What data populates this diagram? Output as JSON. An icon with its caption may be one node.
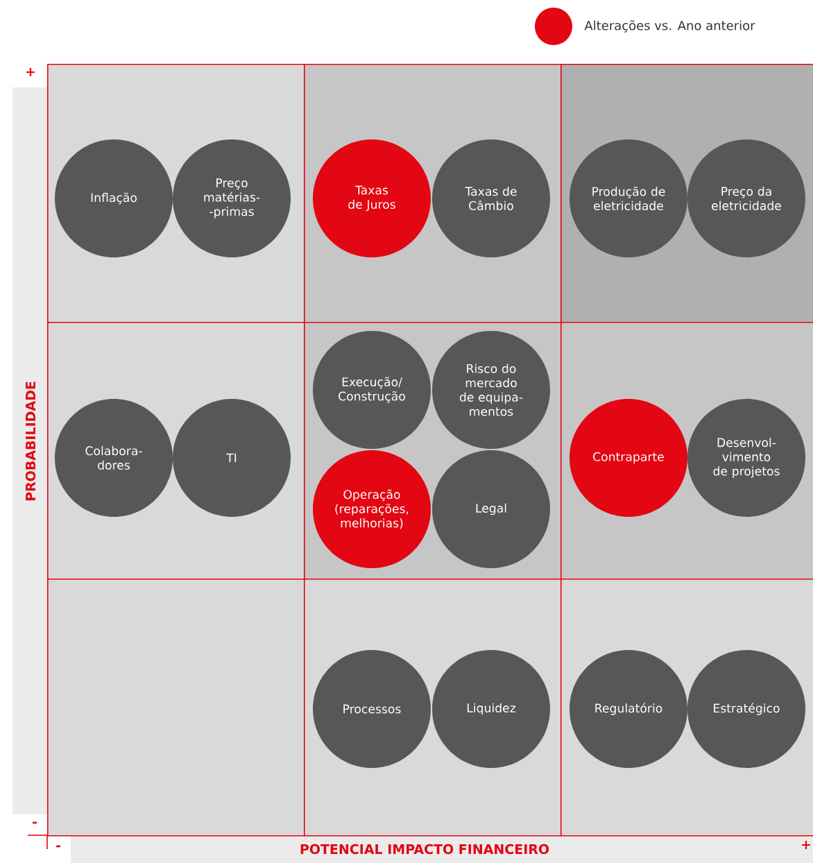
{
  "diagram": {
    "nodes": [
      {
        "text": [],
        "shape": "box"
      },
      {
        "text": [
          "Inflação"
        ],
        "in": 0
      },
      {
        "text": [
          "Preço matérias- -primas"
        ],
        "in": 0
      },
      {
        "text": [],
        "shape": "box"
      },
      {
        "text": [
          "Taxas de Juros"
        ],
        "in": 3
      },
      {
        "text": [
          "Taxas de Câmbio"
        ],
        "in": 3
      },
      {
        "text": [],
        "shape": "box"
      },
      {
        "text": [
          "Produção de eletricidade"
        ],
        "in": 6
      },
      {
        "text": [
          "Preço da eletricidade"
        ],
        "in": 6
      },
      {
        "text": [],
        "shape": "box"
      },
      {
        "text": [
          "Colabora- dores"
        ],
        "in": 9
      },
      {
        "text": [
          "TI"
        ],
        "in": 9
      },
      {
        "text": [],
        "shape": "box"
      },
      {
        "text": [
          "Execução/ Construção"
        ],
        "in": 12
      },
      {
        "text": [
          "Risco do mercado de equipa- mentos"
        ],
        "in": 12
      },
      {
        "text": [
          "Operação (reparações, melhorias)"
        ],
        "in": 12
      },
      {
        "text": [
          "Legal"
        ],
        "in": 12
      },
      {
        "text": [],
        "shape": "box"
      },
      {
        "text": [
          "Contraparte"
        ],
        "in": 17
      },
      {
        "text": [
          "Desenvol- vimento de projetos"
        ],
        "in": 17
      },
      {
        "text": [],
        "shape": "box"
      },
      {
        "text": [],
        "shape": "box"
      },
      {
        "text": [
          "Processos"
        ],
        "in": 21
      },
      {
        "text": [
          "Liquidez"
        ],
        "in": 21
      },
      {
        "text": [],
        "shape": "box"
      },
      {
        "text": [
          "Regulatório"
        ],
        "in": 24
      },
      {
        "text": [
          "Estratégico"
        ],
        "in": 24
      }
    ],
    "labels": [
      "+",
      "PROBABILIDADE",
      "-",
      "-",
      "POTENCIAL IMPACTO FINANCEIRO",
      "+"
    ],
    "legend": [
      {
        "text": "Alterações vs. Ano anterior",
        "color": "#e30613"
      }
    ]
  }
}
